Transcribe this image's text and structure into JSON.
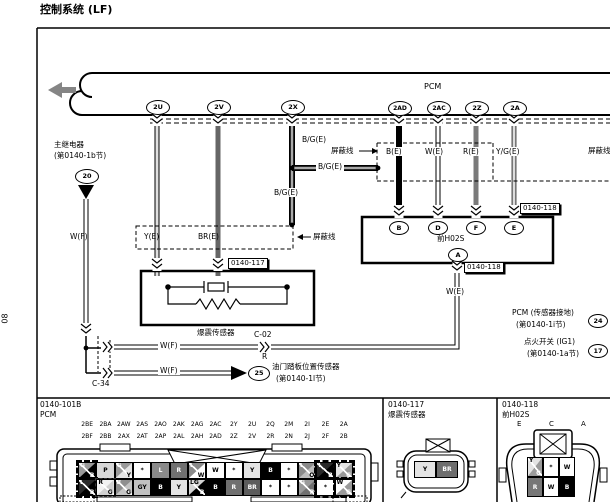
{
  "page": {
    "title": "控制系统 (LF)",
    "side_label": "08"
  },
  "harness": {
    "pcm": "PCM"
  },
  "top_connectors": [
    "2U",
    "2V",
    "2X",
    "2AD",
    "2AC",
    "2Z",
    "2A"
  ],
  "wire_labels": {
    "wf1": "W(F)",
    "wf2": "W(F)",
    "wf3": "W(F)",
    "ye": "Y(E)",
    "bre": "BR(E)",
    "bg1": "B/G(E)",
    "bg2": "B/G(E)",
    "bg3": "B/G(E)",
    "be": "B(E)",
    "we_top": "W(E)",
    "re": "R(E)",
    "yge": "Y/G(E)",
    "we_low": "W(E)",
    "r_small": "R"
  },
  "shield": {
    "left": "屏蔽线",
    "mid": "屏蔽线",
    "right": "屏蔽线"
  },
  "refs": {
    "main_relay": {
      "name": "主继电器",
      "section": "(第0140-1b节)",
      "num": "20"
    },
    "app": {
      "name": "油门踏板位置传感器",
      "section": "(第0140-1l节)",
      "num": "25"
    },
    "pcm_gnd": {
      "name": "PCM (传感器接地)",
      "section": "(第0140-1i节)",
      "num": "24"
    },
    "ign": {
      "name": "点火开关 (IG1)",
      "section": "(第0140-1a节)",
      "num": "17"
    }
  },
  "inline": {
    "c02": "C-02",
    "c34": "C-34"
  },
  "knock": {
    "ref": "0140-117",
    "name": "爆震传感器"
  },
  "ho2s": {
    "ref": "0140-118",
    "ref2": "0140-118",
    "name": "前H02S",
    "pins": [
      "B",
      "D",
      "F",
      "E"
    ],
    "bottom_pin": "A"
  },
  "panel_pcm": {
    "ref": "0140-101B",
    "name": "PCM",
    "header_top": [
      "2BE",
      "2BA",
      "2AW",
      "2AS",
      "2AO",
      "2AK",
      "2AG",
      "2AC",
      "2Y",
      "2U",
      "2Q",
      "2M",
      "2I",
      "2E",
      "2A"
    ],
    "header_bottom": [
      "2BF",
      "2BB",
      "2AX",
      "2AT",
      "2AP",
      "2AL",
      "2AH",
      "2AD",
      "2Z",
      "2V",
      "2R",
      "2N",
      "2J",
      "2F",
      "2B"
    ],
    "cells_top": [
      {
        "t": "G",
        "b": "B",
        "c1": "#9a9a9a",
        "c2": "#000000",
        "f1": "#ffffff",
        "f2": "#ffffff",
        "dv": "block",
        "hl": "2px dashed #000"
      },
      {
        "s": "P",
        "c1": "#d8d8d8",
        "f1": "#000000"
      },
      {
        "t": "G",
        "b": "Y",
        "c1": "#9a9a9a",
        "c2": "#e4e4e4",
        "f1": "#ffffff",
        "f2": "#000000",
        "dv": "block"
      },
      {
        "s": "*",
        "c1": "#ffffff",
        "f1": "#000000"
      },
      {
        "s": "L",
        "c1": "#8a8a8a",
        "f1": "#ffffff"
      },
      {
        "s": "R",
        "c1": "#707070",
        "f1": "#ffffff"
      },
      {
        "t": "L",
        "b": "W",
        "c1": "#8a8a8a",
        "c2": "#ffffff",
        "f1": "#ffffff",
        "f2": "#000000",
        "dv": "block"
      },
      {
        "s": "W",
        "c1": "#ffffff",
        "f1": "#000000"
      },
      {
        "s": "*",
        "c1": "#ffffff",
        "f1": "#000000"
      },
      {
        "s": "Y",
        "c1": "#e4e4e4",
        "f1": "#000000"
      },
      {
        "s": "B",
        "c1": "#000000",
        "f1": "#ffffff"
      },
      {
        "s": "*",
        "c1": "#ffffff",
        "f1": "#000000"
      },
      {
        "t": "L",
        "b": "O",
        "c1": "#8a8a8a",
        "c2": "#bcbcbc",
        "f1": "#ffffff",
        "f2": "#000000",
        "dv": "block"
      },
      {
        "t": "L",
        "b": "B",
        "c1": "#2a2a2a",
        "c2": "#000000",
        "f1": "#ffffff",
        "f2": "#ffffff",
        "dv": "block",
        "hl": "2px dashed #000"
      },
      {
        "t": "Y",
        "b": "G",
        "c1": "#e4e4e4",
        "c2": "#9a9a9a",
        "f1": "#000000",
        "f2": "#ffffff",
        "dv": "block",
        "hl": "2px dashed #000"
      }
    ],
    "cells_bottom": [
      {
        "t": "L",
        "b": "B",
        "c1": "#2a2a2a",
        "c2": "#000000",
        "f1": "#ffffff",
        "f2": "#ffffff",
        "dv": "block",
        "hl": "2px dashed #000"
      },
      {
        "t": "R",
        "b": "G",
        "c1": "#f2f2f2",
        "c2": "#d0d0d0",
        "f1": "#000000",
        "f2": "#000000",
        "dv": "block",
        "hl": "1.5px dashed #333"
      },
      {
        "t": "R",
        "b": "G",
        "c1": "#8f8f8f",
        "c2": "#c4c4c4",
        "f1": "#ffffff",
        "f2": "#000000",
        "dv": "block"
      },
      {
        "s": "GY",
        "c1": "#c0c0c0",
        "f1": "#000000"
      },
      {
        "s": "B",
        "c1": "#000000",
        "f1": "#ffffff"
      },
      {
        "s": "Y",
        "c1": "#e4e4e4",
        "f1": "#000000"
      },
      {
        "t": "LG",
        "b": "B",
        "c1": "#d4d4d4",
        "c2": "#000000",
        "f1": "#000000",
        "f2": "#ffffff",
        "dv": "block"
      },
      {
        "s": "B",
        "c1": "#000000",
        "f1": "#ffffff"
      },
      {
        "s": "R",
        "c1": "#707070",
        "f1": "#ffffff"
      },
      {
        "s": "BR",
        "c1": "#5c5c5c",
        "f1": "#ffffff"
      },
      {
        "s": "*",
        "c1": "#ffffff",
        "f1": "#000000"
      },
      {
        "s": "*",
        "c1": "#ffffff",
        "f1": "#000000"
      },
      {
        "t": "G",
        "b": "R",
        "c1": "#9a9a9a",
        "c2": "#707070",
        "f1": "#ffffff",
        "f2": "#ffffff",
        "dv": "block"
      },
      {
        "s": "*",
        "c1": "#ffffff",
        "f1": "#000000",
        "hl": "2px dashed #000"
      },
      {
        "t": "W",
        "b": "G",
        "c1": "#ffffff",
        "c2": "#9a9a9a",
        "f1": "#000000",
        "f2": "#ffffff",
        "dv": "block",
        "hl": "2px dashed #000"
      }
    ]
  },
  "panel_knock": {
    "ref": "0140-117",
    "name": "爆震传感器",
    "cells": [
      {
        "s": "Y",
        "c1": "#e4e4e4",
        "f1": "#000000"
      },
      {
        "s": "BR",
        "c1": "#6e6e6e",
        "f1": "#ffffff"
      }
    ]
  },
  "panel_ho2s": {
    "ref": "0140-118",
    "name": "前H02S",
    "cols": [
      "E",
      "C",
      "A"
    ],
    "cells": [
      {
        "t": "Y",
        "b": "G",
        "c1": "#e4e4e4",
        "c2": "#9a9a9a",
        "f1": "#000000",
        "f2": "#ffffff",
        "dv": "block"
      },
      {
        "s": "*",
        "c1": "#ffffff",
        "f1": "#000000"
      },
      {
        "s": "W",
        "c1": "#ffffff",
        "f1": "#000000"
      },
      {
        "s": "R",
        "c1": "#777777",
        "f1": "#ffffff"
      },
      {
        "s": "W",
        "c1": "#ffffff",
        "f1": "#000000"
      },
      {
        "s": "B",
        "c1": "#000000",
        "f1": "#ffffff"
      }
    ]
  }
}
